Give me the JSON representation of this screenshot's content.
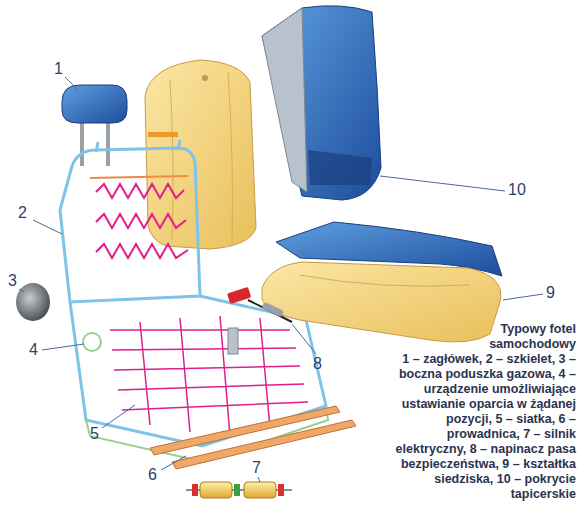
{
  "diagram": {
    "title": "Typowy fotel samochodowy",
    "caption": "1 – zagłówek, 2 – szkielet, 3 – boczna poduszka gazowa, 4 – urządzenie umożliwiające ustawianie oparcia w żądanej pozycji, 5 – siatka, 6 – prowadnica, 7 – silnik elektryczny, 8 – napinacz pasa bezpieczeństwa, 9 – kształtka siedziska, 10 – pokrycie tapicerskie",
    "labels": [
      "1",
      "2",
      "3",
      "4",
      "5",
      "6",
      "7",
      "8",
      "9",
      "10"
    ]
  }
}
